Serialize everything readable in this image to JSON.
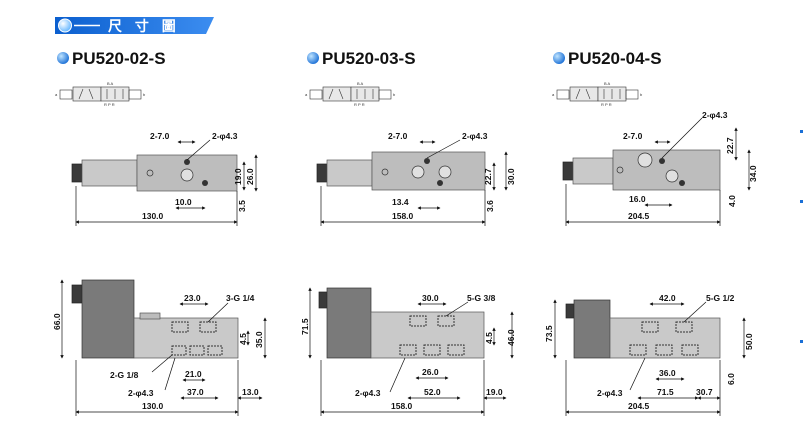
{
  "header": {
    "title": "尺 寸 圖",
    "accent": "#1a6fd6"
  },
  "models": [
    {
      "name": "PU520-02-S",
      "top": {
        "d1": "2-7.0",
        "d2": "2-φ4.3",
        "d3": "10.0",
        "d4": "19.0",
        "d5": "26.0",
        "d6": "3.5",
        "d7": "130.0"
      },
      "bottom": {
        "d1": "23.0",
        "d2": "3-G 1/4",
        "d3": "66.0",
        "d4": "4.5",
        "d5": "35.0",
        "d6": "2-G 1/8",
        "d7": "21.0",
        "d8": "2-φ4.3",
        "d9": "37.0",
        "d10": "13.0",
        "d11": "130.0"
      }
    },
    {
      "name": "PU520-03-S",
      "top": {
        "d1": "2-7.0",
        "d2": "2-φ4.3",
        "d3": "22.7",
        "d4": "30.0",
        "d5": "13.4",
        "d6": "3.6",
        "d7": "158.0"
      },
      "bottom": {
        "d1": "30.0",
        "d2": "5-G 3/8",
        "d3": "71.5",
        "d4": "4.5",
        "d5": "46.0",
        "d6": "26.0",
        "d7": "2-φ4.3",
        "d8": "52.0",
        "d9": "19.0",
        "d10": "158.0"
      }
    },
    {
      "name": "PU520-04-S",
      "top": {
        "d1": "2-7.0",
        "d2": "2-φ4.3",
        "d3": "22.7",
        "d4": "34.0",
        "d5": "16.0",
        "d6": "4.0",
        "d7": "204.5"
      },
      "bottom": {
        "d1": "42.0",
        "d2": "5-G 1/2",
        "d3": "73.5",
        "d4": "50.0",
        "d5": "6.0",
        "d6": "36.0",
        "d7": "2-φ4.3",
        "d8": "71.5",
        "d9": "30.7",
        "d10": "204.5"
      }
    }
  ],
  "symbol": {
    "ports_top": "B A",
    "ports_bottom": "R P R",
    "left": "a",
    "right": "b"
  }
}
